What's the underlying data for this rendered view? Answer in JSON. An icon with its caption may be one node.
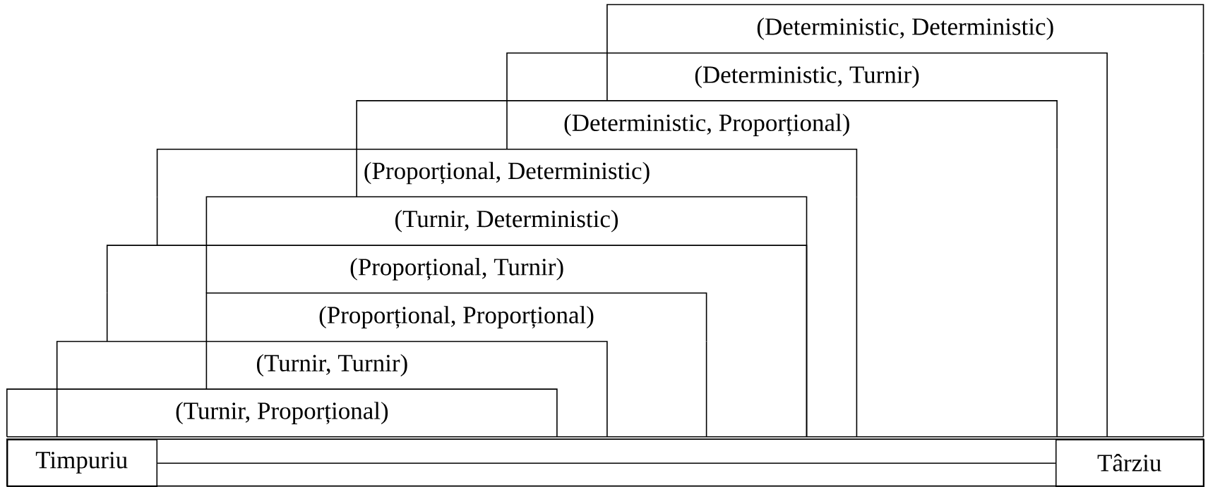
{
  "diagram": {
    "nodes": [
      {
        "text": [
          "(Deterministic, Deterministic)"
        ]
      },
      {
        "text": [
          "(Deterministic, Turnir)"
        ]
      },
      {
        "text": [
          "(Deterministic, Proporțional)"
        ]
      },
      {
        "text": [
          "(Proporțional, Deterministic)"
        ]
      },
      {
        "text": [
          "(Turnir, Deterministic)"
        ]
      },
      {
        "text": [
          "(Proporțional, Turnir)"
        ]
      },
      {
        "text": [
          "(Proporțional, Proporțional)"
        ]
      },
      {
        "text": [
          "(Turnir, Turnir)"
        ]
      },
      {
        "text": [
          "(Turnir, Proporțional)"
        ]
      },
      {
        "text": [
          "Timpuriu"
        ]
      },
      {
        "text": [
          "Târziu"
        ]
      }
    ],
    "edges": [
      {
        "from": 9,
        "to": 10,
        "arrow": "none"
      }
    ]
  }
}
